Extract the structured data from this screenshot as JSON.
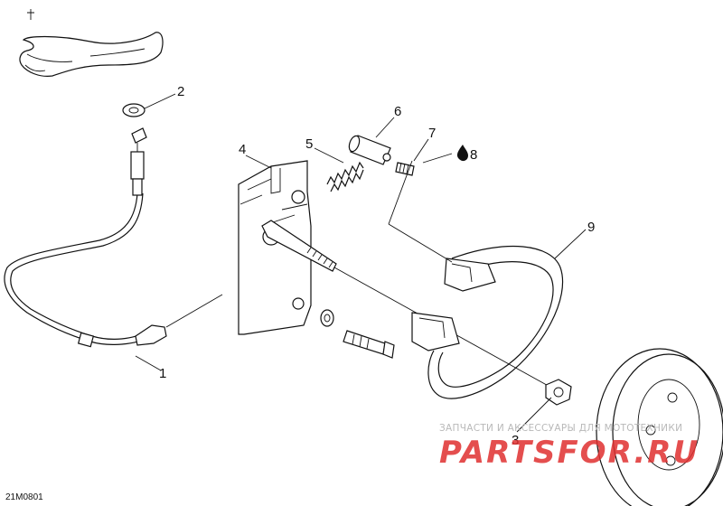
{
  "diagram": {
    "drawing_code": "21M0801",
    "callouts": [
      {
        "id": "1",
        "label": "1"
      },
      {
        "id": "2",
        "label": "2"
      },
      {
        "id": "3",
        "label": "3"
      },
      {
        "id": "4",
        "label": "4"
      },
      {
        "id": "5",
        "label": "5"
      },
      {
        "id": "6",
        "label": "6"
      },
      {
        "id": "7",
        "label": "7"
      },
      {
        "id": "8",
        "label": "8"
      },
      {
        "id": "9",
        "label": "9"
      }
    ]
  },
  "watermark": {
    "subtitle": "ЗАПЧАСТИ И АКСЕССУАРЫ ДЛЯ МОТОТЕХНИКИ",
    "logo": "PARTSFOR.RU",
    "logo_color": "#e03030"
  }
}
